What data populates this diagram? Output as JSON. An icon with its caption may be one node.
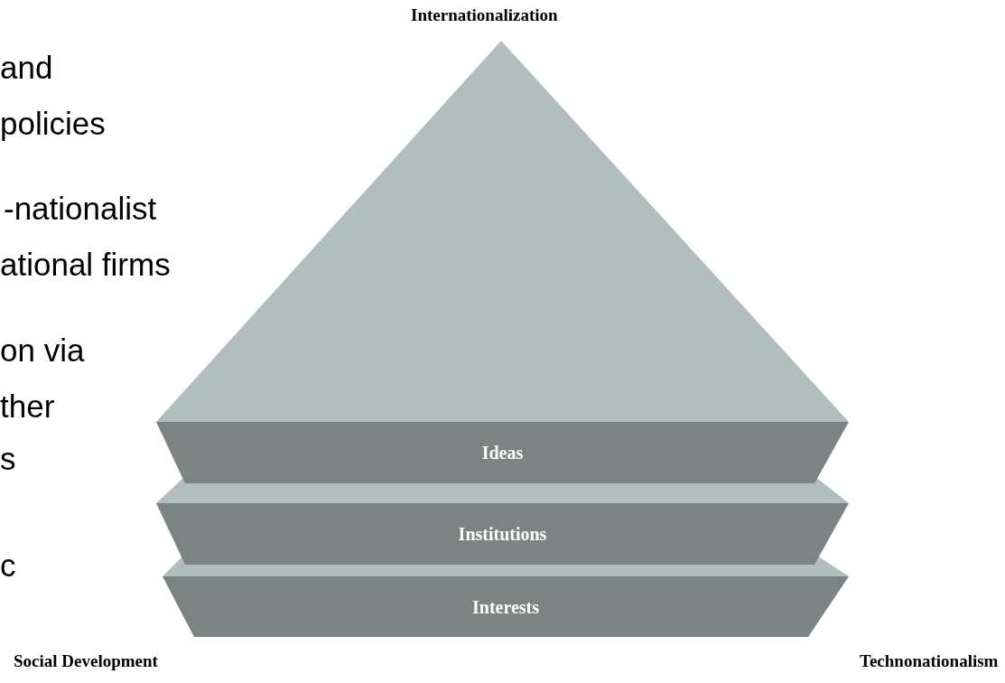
{
  "diagram": {
    "nodes": [
      {
        "text": [
          "Ideas"
        ]
      },
      {
        "text": [
          "Institutions"
        ]
      },
      {
        "text": [
          "Interests"
        ]
      }
    ],
    "labels": [
      "and",
      "policies",
      "-nationalist",
      "ational firms",
      "on via",
      "ther",
      "s",
      "c",
      "Internationalization",
      "Social Development",
      "Technonationalism"
    ]
  }
}
